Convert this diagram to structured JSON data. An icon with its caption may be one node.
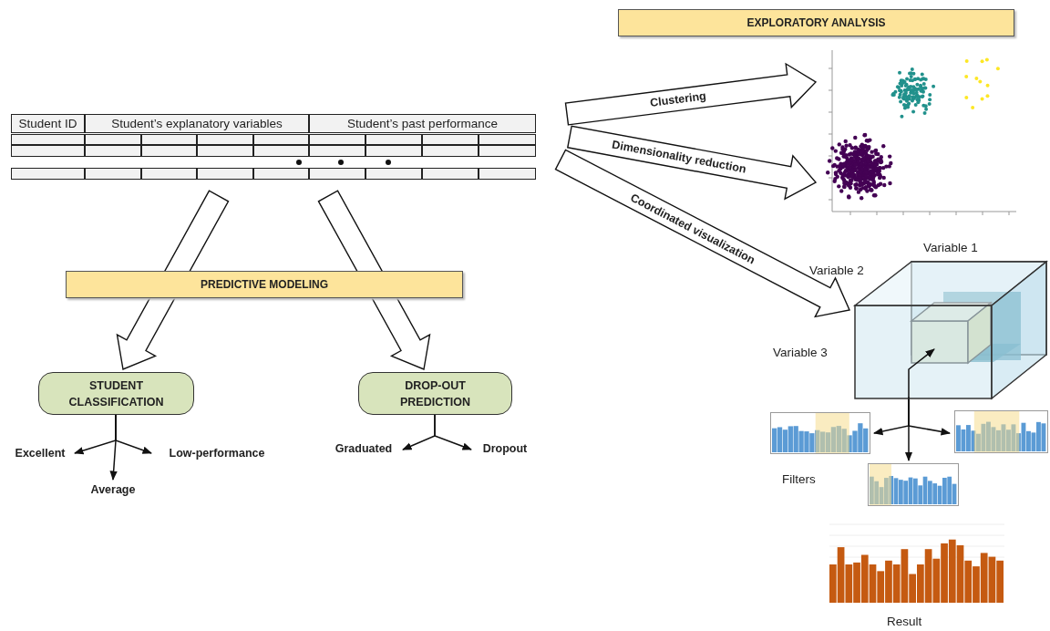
{
  "diagram": {
    "nodes": [
      {
        "text": [
          "EXPLORATORY ANALYSIS"
        ]
      },
      {
        "text": [
          "Student ID",
          "Student’s explanatory variables",
          "Student’s past performance"
        ]
      },
      {
        "text": [],
        "shape": "picture"
      },
      {
        "text": [],
        "shape": "picture",
        "beside": [
          "Variable 1",
          "Variable 2",
          "Variable 3"
        ]
      },
      {
        "text": [
          "PREDICTIVE MODELING"
        ]
      },
      {
        "text": [
          "STUDENT CLASSIFICATION"
        ]
      },
      {
        "text": [
          "DROP-OUT PREDICTION"
        ]
      },
      {
        "text": [],
        "shape": "picture"
      },
      {
        "text": [],
        "shape": "picture"
      },
      {
        "text": [
          "Excellent"
        ]
      },
      {
        "text": [
          "Low-performance"
        ]
      },
      {
        "text": [
          "Graduated"
        ]
      },
      {
        "text": [
          "Dropout"
        ]
      },
      {
        "text": [],
        "shape": "picture"
      },
      {
        "text": [
          "Average"
        ]
      }
    ],
    "edges": [
      {
        "from": 1,
        "to": 2,
        "arrow": "to",
        "label": "Clustering",
        "style": "thick"
      },
      {
        "from": 1,
        "to": 2,
        "arrow": "to",
        "label": "Dimensionality reduction",
        "style": "thick"
      },
      {
        "from": 1,
        "to": 3,
        "arrow": "to",
        "label": "Coordinated visualization",
        "style": "thick"
      },
      {
        "from": 1,
        "to": 5,
        "arrow": "to",
        "style": "thick"
      },
      {
        "from": 1,
        "to": 6,
        "arrow": "to",
        "style": "thick"
      },
      {
        "from": 5,
        "to": 9,
        "arrow": "to"
      },
      {
        "from": 5,
        "to": 14,
        "arrow": "to"
      },
      {
        "from": 5,
        "to": 10,
        "arrow": "to"
      },
      {
        "from": 6,
        "to": 11,
        "arrow": "to"
      },
      {
        "from": 6,
        "to": 12,
        "arrow": "to"
      },
      {
        "from": 3,
        "to": 7,
        "arrow": "to"
      },
      {
        "from": 3,
        "to": 8,
        "arrow": "to"
      },
      {
        "from": 3,
        "to": 13,
        "arrow": "to"
      }
    ],
    "labels": [
      "Filters",
      "Result"
    ]
  }
}
